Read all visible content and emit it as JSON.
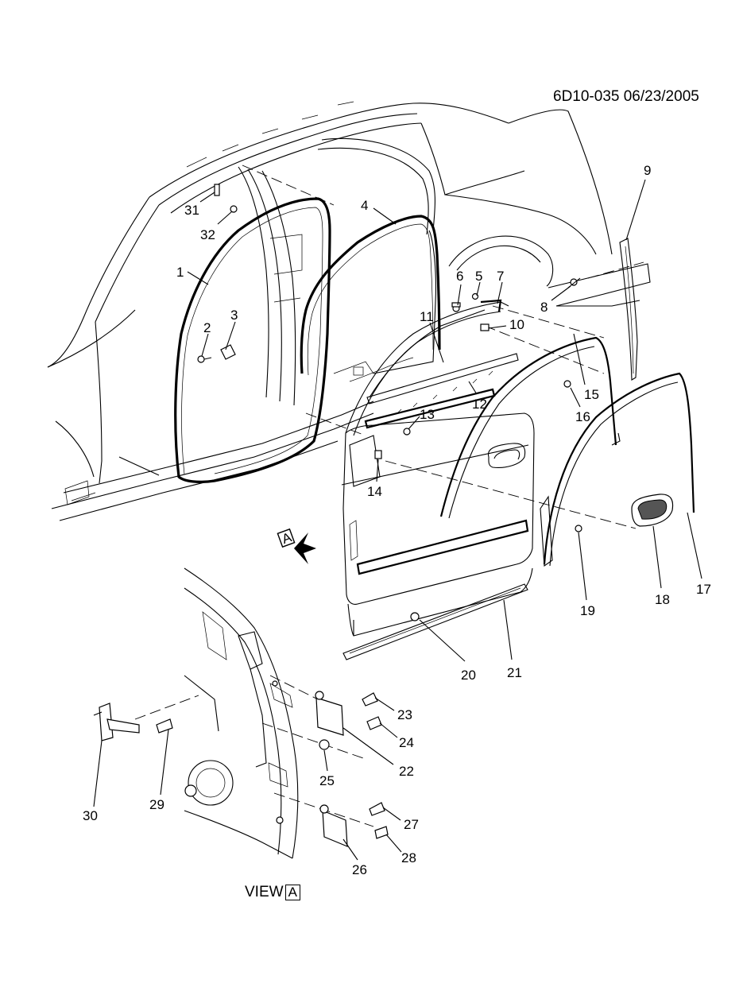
{
  "header": {
    "code": "6D10-035  06/23/2005"
  },
  "view_caption": {
    "prefix": "VIEW",
    "letter": "A"
  },
  "view_arrow": {
    "letter": "A"
  },
  "callouts": [
    "1",
    "2",
    "3",
    "4",
    "5",
    "6",
    "7",
    "8",
    "9",
    "10",
    "11",
    "12",
    "13",
    "14",
    "15",
    "16",
    "17",
    "18",
    "19",
    "20",
    "21",
    "22",
    "23",
    "24",
    "25",
    "26",
    "27",
    "28",
    "29",
    "30",
    "31",
    "32"
  ]
}
